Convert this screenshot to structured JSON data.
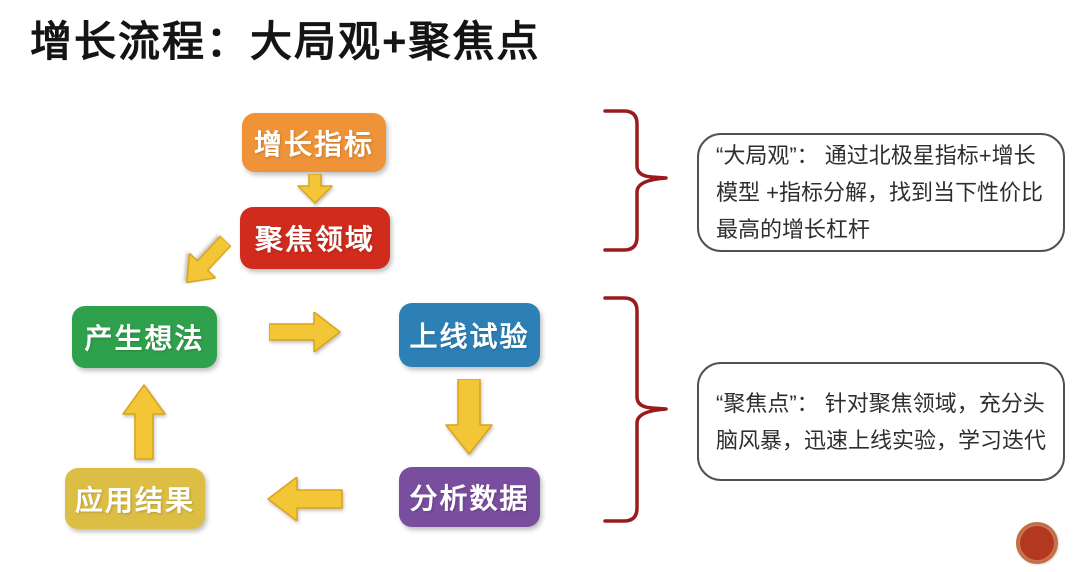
{
  "title": "增长流程：大局观+聚焦点",
  "flow": {
    "nodes": [
      {
        "id": "growth-metric",
        "label": "增长指标",
        "color": "#EF9338"
      },
      {
        "id": "focus-area",
        "label": "聚焦领域",
        "color": "#D02B1C"
      },
      {
        "id": "generate-ideas",
        "label": "产生想法",
        "color": "#2FA04C"
      },
      {
        "id": "launch-experiment",
        "label": "上线试验",
        "color": "#2C80B6"
      },
      {
        "id": "analyze-data",
        "label": "分析数据",
        "color": "#7A4E9E"
      },
      {
        "id": "apply-results",
        "label": "应用结果",
        "color": "#DCBE44"
      }
    ],
    "arrow_color": "#F2C636"
  },
  "braces": {
    "color": "#9B1B1C"
  },
  "annotations": [
    {
      "id": "big-picture",
      "lines": [
        "“大局观”： 通过北极星指标+增长",
        "模型 +指标分解，找到当下性价比",
        "最高的增长杠杆"
      ]
    },
    {
      "id": "focus-point",
      "lines": [
        "“聚焦点”： 针对聚焦领域，充分头",
        "脑风暴，迅速上线实验，学习迭代"
      ]
    }
  ],
  "seal": {
    "color": "#B23820"
  }
}
